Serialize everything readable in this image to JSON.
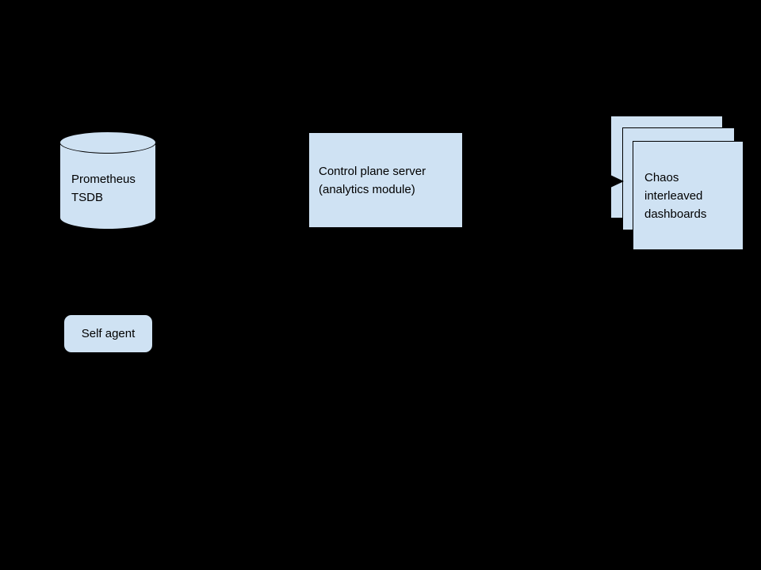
{
  "colors": {
    "background": "#000000",
    "node_fill": "#cfe2f3",
    "outline": "#000000",
    "text": "#000000"
  },
  "nodes": {
    "prometheus": {
      "label": "Prometheus TSDB"
    },
    "control_plane": {
      "label": "Control plane server (analytics module)"
    },
    "dashboards": {
      "label": "Chaos interleaved dashboards"
    },
    "self_agent": {
      "label": "Self agent"
    }
  }
}
